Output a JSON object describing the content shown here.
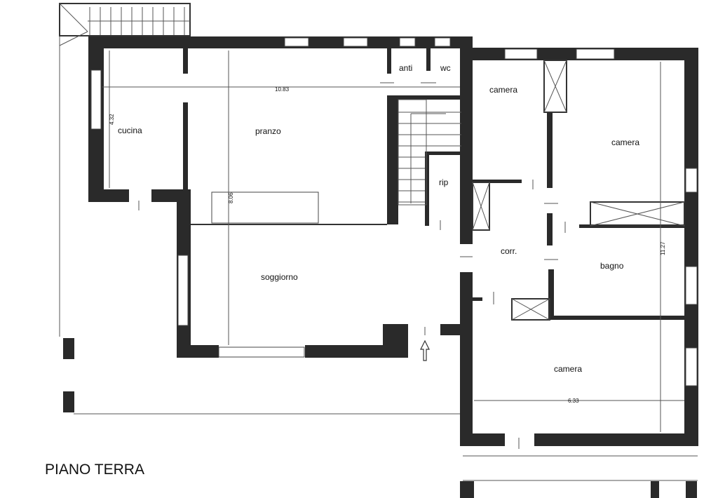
{
  "rooms": {
    "cucina": "cucina",
    "pranzo": "pranzo",
    "anti": "anti",
    "wc": "wc",
    "camera_top": "camera",
    "camera_right": "camera",
    "rip": "rip",
    "corr": "corr.",
    "soggiorno": "soggiorno",
    "bagno": "bagno",
    "camera_bottom": "camera"
  },
  "dimensions": {
    "width_top": "10.83",
    "height_cucina": "4.32",
    "height_pranzo": "8.06",
    "height_right": "11.27",
    "width_bottom": "6.33"
  },
  "floor_title": "PIANO TERRA"
}
